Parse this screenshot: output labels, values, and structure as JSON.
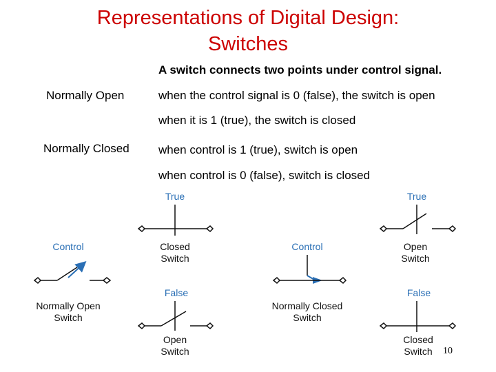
{
  "title": {
    "line1": "Representations of Digital Design:",
    "line2": "Switches"
  },
  "intro": "A switch connects two points under control signal.",
  "normally_open": {
    "label": "Normally Open",
    "line1": "when the control signal is 0 (false), the switch is open",
    "line2": "when it is 1 (true), the switch is closed"
  },
  "normally_closed": {
    "label": "Normally Closed",
    "line1": "when control is 1 (true), switch is open",
    "line2": "when control is 0 (false), switch is closed"
  },
  "diagrams": {
    "no_control": "Control",
    "no_caption_1": "Normally Open",
    "no_caption_2": "Switch",
    "no_true": "True",
    "no_true_cap_1": "Closed",
    "no_true_cap_2": "Switch",
    "no_false": "False",
    "no_false_cap_1": "Open",
    "no_false_cap_2": "Switch",
    "nc_control": "Control",
    "nc_caption_1": "Normally Closed",
    "nc_caption_2": "Switch",
    "nc_true": "True",
    "nc_true_cap_1": "Open",
    "nc_true_cap_2": "Switch",
    "nc_false": "False",
    "nc_false_cap_1": "Closed",
    "nc_false_cap_2": "Switch"
  },
  "colors": {
    "title": "#cc0000",
    "diagram_label": "#2a6fb5",
    "switch_arm": "#2a6fb5"
  },
  "slide_number": "10"
}
